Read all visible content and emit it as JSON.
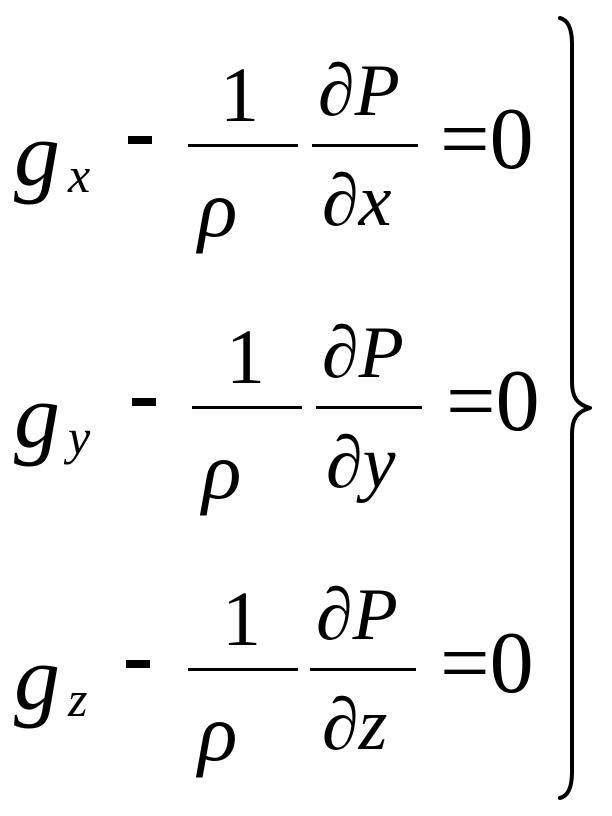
{
  "equations": [
    {
      "g": "g",
      "sub": "x",
      "numerator": "1",
      "denominator": "ρ",
      "dtop": "∂P",
      "dbot": "∂x",
      "rhs": "=0"
    },
    {
      "g": "g",
      "sub": "y",
      "numerator": "1",
      "denominator": "ρ",
      "dtop": "∂P",
      "dbot": "∂y",
      "rhs": "=0"
    },
    {
      "g": "g",
      "sub": "z",
      "numerator": "1",
      "denominator": "ρ",
      "dtop": "∂P",
      "dbot": "∂z",
      "rhs": "=0"
    }
  ]
}
